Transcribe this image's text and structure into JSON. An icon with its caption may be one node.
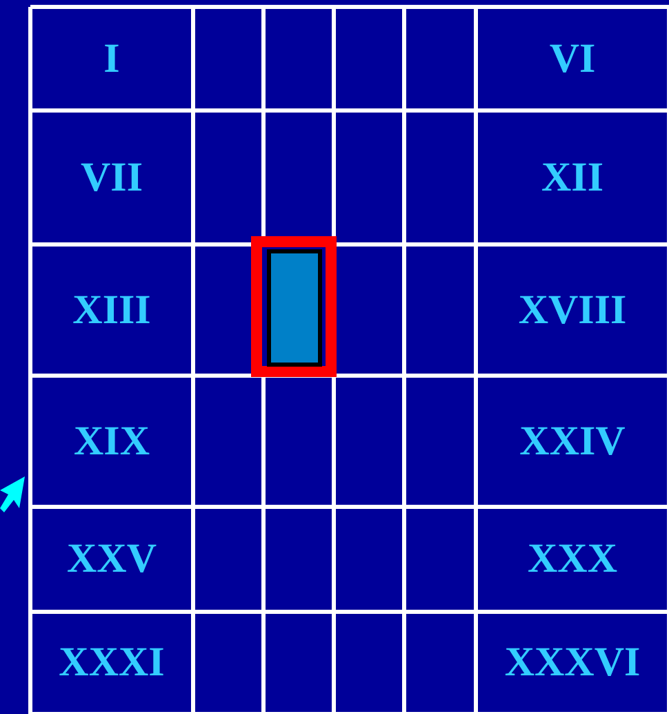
{
  "diagram": {
    "labels": [
      "I",
      "VI",
      "VII",
      "XII",
      "XIII",
      "XVIII",
      "XIX",
      "XXIV",
      "XXV",
      "XXX",
      "XXXI",
      "XXXVI"
    ]
  }
}
